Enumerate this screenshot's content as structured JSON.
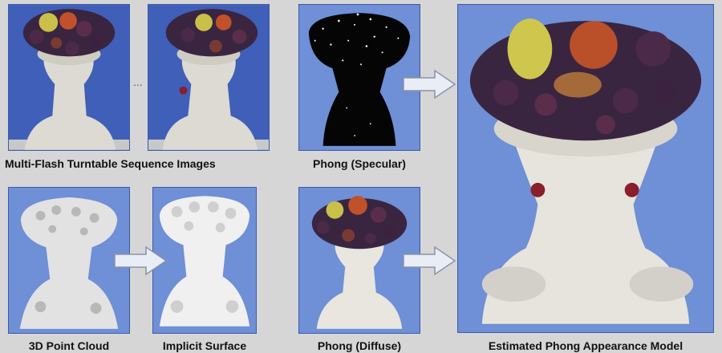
{
  "captions": {
    "multi_flash": "Multi-Flash Turntable Sequence Images",
    "specular": "Phong (Specular)",
    "point_cloud": "3D Point Cloud",
    "implicit": "Implicit Surface",
    "diffuse": "Phong (Diffuse)",
    "estimated": "Estimated Phong Appearance Model"
  },
  "ellipsis": "...",
  "colors": {
    "panel_bg": "#6f8fd6",
    "panel_border": "#3e5aa8",
    "page_bg": "#d6d6d6",
    "arrow_fill": "#e9edf5",
    "arrow_stroke": "#8a94a8"
  }
}
